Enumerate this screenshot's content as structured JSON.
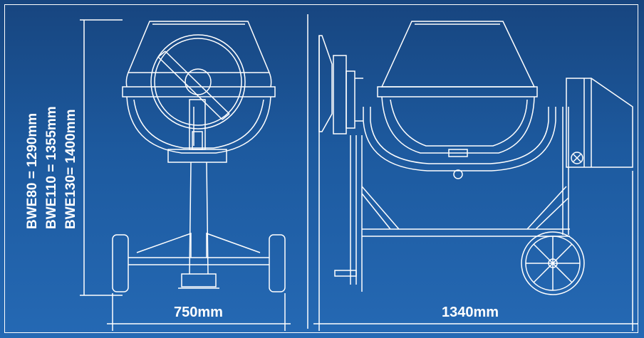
{
  "heights": {
    "line1": "BWE80 = 1290mm",
    "line2": "BWE110 = 1355mm",
    "line3": "BWE130= 1400mm"
  },
  "widths": {
    "front": "750mm",
    "side": "1340mm"
  },
  "colors": {
    "background_top": "#17457f",
    "background_bottom": "#2569b4",
    "line": "#ffffff"
  }
}
